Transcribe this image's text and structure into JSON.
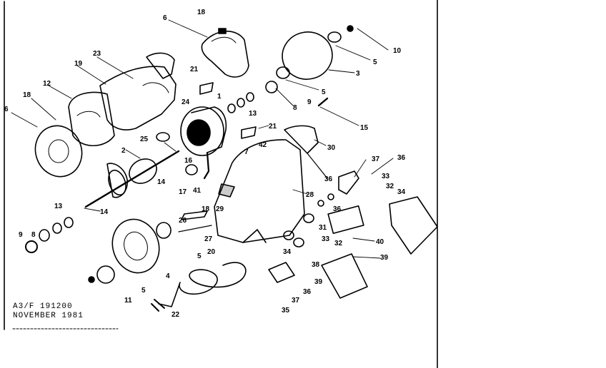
{
  "document": {
    "code": "A3/F 191200",
    "date": "NOVEMBER 1981"
  },
  "callouts": [
    {
      "id": "c18a",
      "text": "18"
    },
    {
      "id": "c6a",
      "text": "6"
    },
    {
      "id": "c10a",
      "text": "10"
    },
    {
      "id": "c5a",
      "text": "5"
    },
    {
      "id": "c3",
      "text": "3"
    },
    {
      "id": "c23",
      "text": "23"
    },
    {
      "id": "c19",
      "text": "19"
    },
    {
      "id": "c12",
      "text": "12"
    },
    {
      "id": "c18b",
      "text": "18"
    },
    {
      "id": "c6b",
      "text": "6"
    },
    {
      "id": "c21a",
      "text": "21"
    },
    {
      "id": "c1",
      "text": "1"
    },
    {
      "id": "c24",
      "text": "24"
    },
    {
      "id": "c9a",
      "text": "9"
    },
    {
      "id": "c8a",
      "text": "8"
    },
    {
      "id": "c5b",
      "text": "5"
    },
    {
      "id": "c13a",
      "text": "13"
    },
    {
      "id": "c15",
      "text": "15"
    },
    {
      "id": "c21b",
      "text": "21"
    },
    {
      "id": "c25",
      "text": "25"
    },
    {
      "id": "c30",
      "text": "30"
    },
    {
      "id": "c42",
      "text": "42"
    },
    {
      "id": "c7",
      "text": "7"
    },
    {
      "id": "c2",
      "text": "2"
    },
    {
      "id": "c16",
      "text": "16"
    },
    {
      "id": "c14a",
      "text": "14"
    },
    {
      "id": "c17",
      "text": "17"
    },
    {
      "id": "c41",
      "text": "41"
    },
    {
      "id": "c37a",
      "text": "37"
    },
    {
      "id": "c36a",
      "text": "36"
    },
    {
      "id": "c36b",
      "text": "36"
    },
    {
      "id": "c33a",
      "text": "33"
    },
    {
      "id": "c32a",
      "text": "32"
    },
    {
      "id": "c34a",
      "text": "34"
    },
    {
      "id": "c28",
      "text": "28"
    },
    {
      "id": "c13b",
      "text": "13"
    },
    {
      "id": "c14b",
      "text": "14"
    },
    {
      "id": "c18c",
      "text": "18"
    },
    {
      "id": "c29",
      "text": "29"
    },
    {
      "id": "c26",
      "text": "26"
    },
    {
      "id": "c36c",
      "text": "36"
    },
    {
      "id": "c9b",
      "text": "9"
    },
    {
      "id": "c8b",
      "text": "8"
    },
    {
      "id": "c27",
      "text": "27"
    },
    {
      "id": "c5c",
      "text": "5"
    },
    {
      "id": "c20",
      "text": "20"
    },
    {
      "id": "c31",
      "text": "31"
    },
    {
      "id": "c40",
      "text": "40"
    },
    {
      "id": "c33b",
      "text": "33"
    },
    {
      "id": "c32b",
      "text": "32"
    },
    {
      "id": "c34b",
      "text": "34"
    },
    {
      "id": "c39a",
      "text": "39"
    },
    {
      "id": "c39b",
      "text": "39"
    },
    {
      "id": "c4",
      "text": "4"
    },
    {
      "id": "c38",
      "text": "38"
    },
    {
      "id": "c36d",
      "text": "36"
    },
    {
      "id": "c37b",
      "text": "37"
    },
    {
      "id": "c5d",
      "text": "5"
    },
    {
      "id": "c11",
      "text": "11"
    },
    {
      "id": "c22",
      "text": "22"
    },
    {
      "id": "c35",
      "text": "35"
    }
  ]
}
